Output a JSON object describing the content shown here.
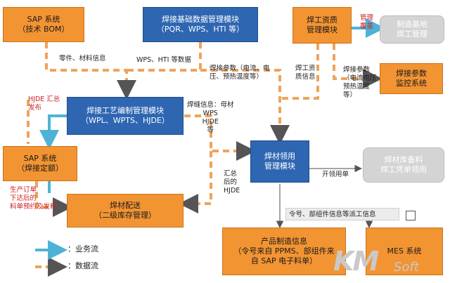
{
  "boxes": {
    "sap_tech_bom": [
      "SAP 系统",
      "（技术 BOM）"
    ],
    "weld_base_data": [
      "焊接基础数据管理模块",
      "（PQR、WPS、HTI 等）"
    ],
    "welder_qual": [
      "焊工资质",
      "管理模块"
    ],
    "mfg_base": [
      "制造基地",
      "焊工管理"
    ],
    "weld_param_monitor": [
      "焊接参数",
      "监控系统"
    ],
    "weld_process": [
      "焊接工艺编制管理模块",
      "（WPL、WPTS、HJDE）"
    ],
    "sap_weld_quota": [
      "SAP 系统",
      "（焊接定额）"
    ],
    "material_requisition": [
      "焊材领用",
      "管理模块"
    ],
    "warehouse": [
      "焊材库备料",
      "焊工凭单领用"
    ],
    "material_distribution": [
      "焊材配送",
      "（二级库存管理）"
    ],
    "product_mfg_info": [
      "产品制造信息",
      "（令号来自 PPMS、部组件来",
      "自 SAP 电子料单）"
    ],
    "mes": [
      "MES 系统"
    ]
  },
  "labels": {
    "parts_material": "零件、材料信息",
    "wps_hti": "WPS、HTI 等数据",
    "weld_params_1": [
      "焊接参数（电流、电",
      "压、预热温度等）"
    ],
    "welder_qual_info": [
      "焊工资",
      "质信息"
    ],
    "weld_params_2": [
      "焊接参数",
      "（电流电压",
      "预热温度",
      "等）"
    ],
    "mgmt_cover": [
      "管理",
      "覆盖"
    ],
    "hjde_publish": [
      "HJDE  汇总",
      "发布"
    ],
    "seam_info": [
      "焊缝信息：母材",
      "WPS",
      "HJDE",
      "等"
    ],
    "summary_hjde": [
      "汇总",
      "后的",
      "HJDE"
    ],
    "issue_requisition": "开领用单",
    "production_order": [
      "生产订单",
      "下达后的",
      "料单预约及发料"
    ],
    "order_dispatch": "令号、部组件信息等派工信息"
  },
  "legend": {
    "business_flow": "：业务流",
    "data_flow": "：数据流"
  },
  "watermark": {
    "logo": "KM",
    "soft": "Soft"
  },
  "colors": {
    "orange": "#f39433",
    "blue": "#2e66b2",
    "gray": "#d4d4d4",
    "business_arrow": "#4db3d6",
    "data_arrow": "#f0a35a"
  }
}
